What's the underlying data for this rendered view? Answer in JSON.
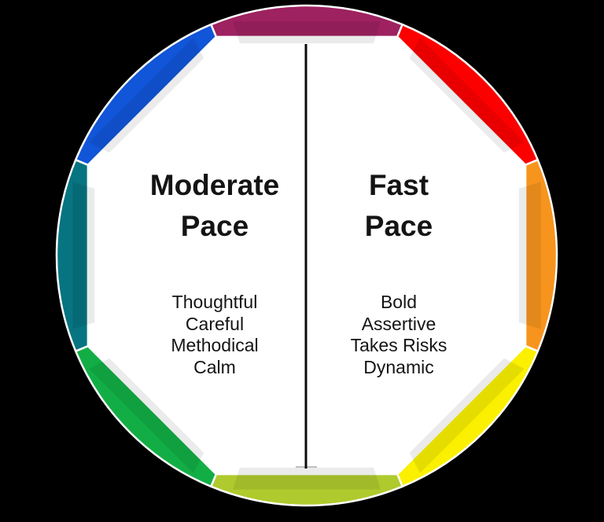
{
  "canvas": {
    "background": "#000000"
  },
  "wheel": {
    "interior_color": "#ffffff",
    "separator_color": "#ffffff",
    "divider_color": "#0a0a0a",
    "divider_tick_color": "#c0c0c0",
    "segments": [
      {
        "name": "magenta-top",
        "color": "#9E2160"
      },
      {
        "name": "red-top-right",
        "color": "#FC0000"
      },
      {
        "name": "orange-right",
        "color": "#F7941E"
      },
      {
        "name": "yellow-bottom-right",
        "color": "#FAF000"
      },
      {
        "name": "yellow-green-bottom",
        "color": "#AFCA2D"
      },
      {
        "name": "green-bottom-left",
        "color": "#12AE45"
      },
      {
        "name": "teal-left",
        "color": "#077481"
      },
      {
        "name": "blue-top-left",
        "color": "#1155D8"
      }
    ]
  },
  "left_panel": {
    "title_lines": [
      "Moderate",
      "Pace"
    ],
    "traits": [
      "Thoughtful",
      "Careful",
      "Methodical",
      "Calm"
    ]
  },
  "right_panel": {
    "title_lines": [
      "Fast",
      "Pace"
    ],
    "traits": [
      "Bold",
      "Assertive",
      "Takes Risks",
      "Dynamic"
    ]
  }
}
